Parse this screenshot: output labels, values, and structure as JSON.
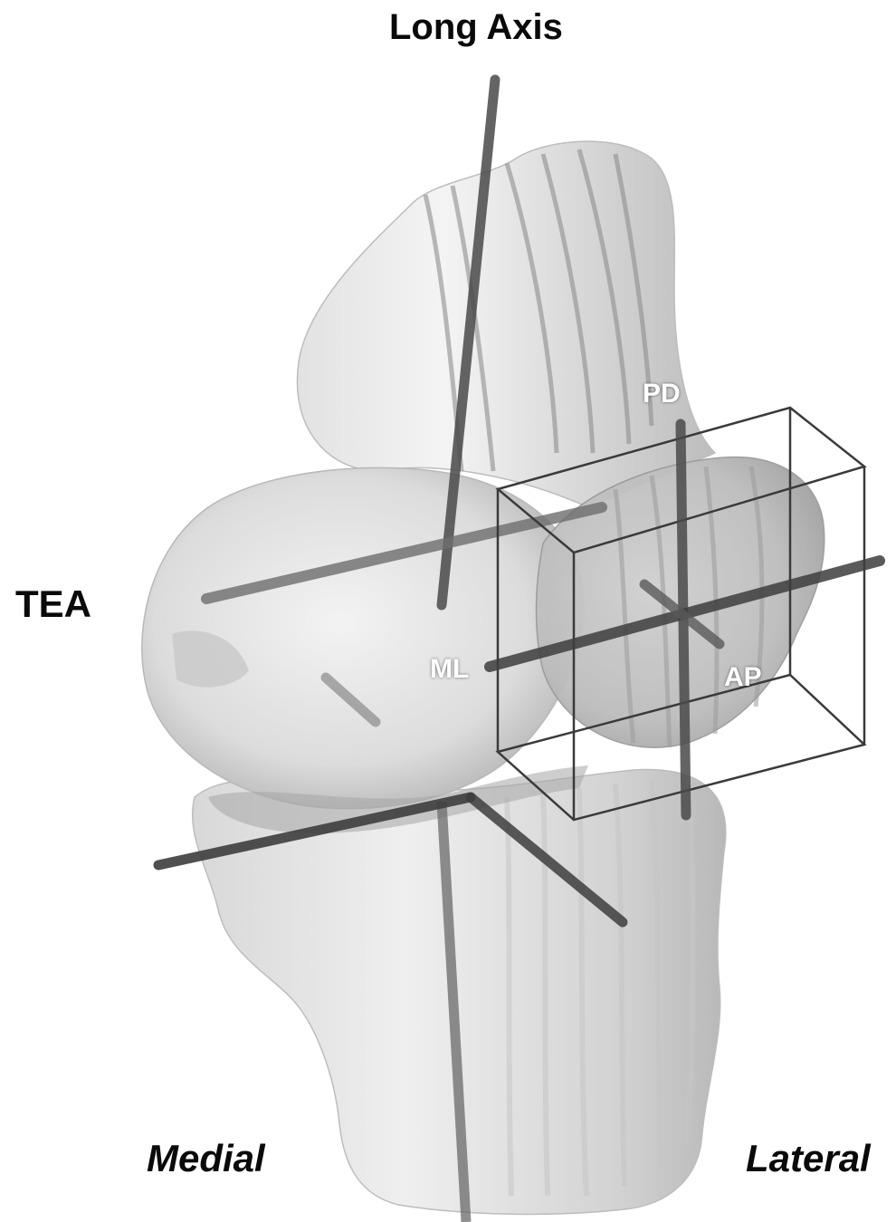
{
  "labels": {
    "long_axis": "Long Axis",
    "tea": "TEA",
    "pd": "PD",
    "ml": "ML",
    "ap": "AP",
    "medial": "Medial",
    "lateral": "Lateral"
  },
  "colors": {
    "bone_light": "#efefef",
    "bone_mid": "#cfcfcf",
    "bone_shadow": "#9a9a9a",
    "axis_rod": "#4a4a4a",
    "box_line": "#3a3a3a",
    "background": "#ffffff"
  }
}
